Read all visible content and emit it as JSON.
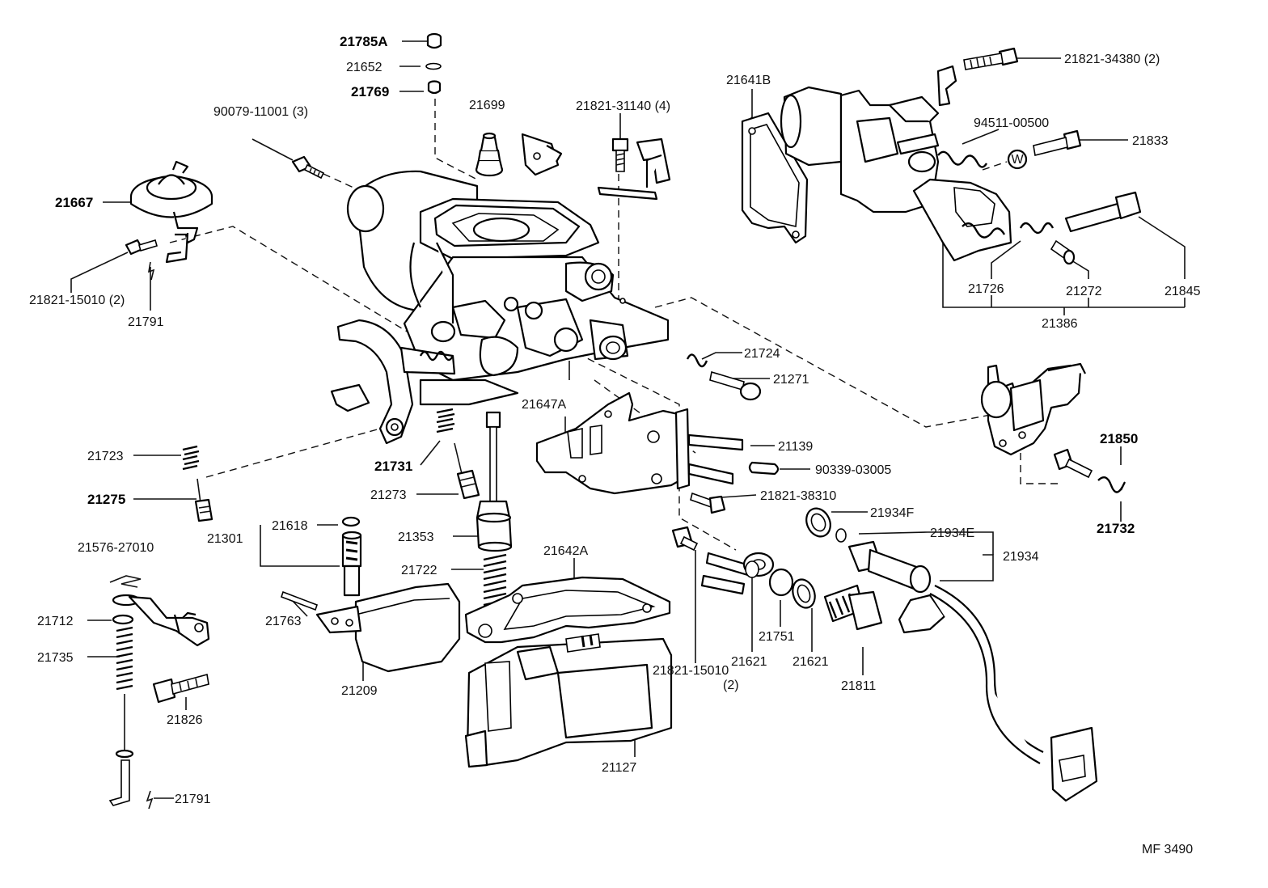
{
  "labels": {
    "l_21785A": "21785A",
    "l_21652": "21652",
    "l_21769": "21769",
    "l_90079": "90079-11001 (3)",
    "l_21699": "21699",
    "l_21821_31140": "21821-31140 (4)",
    "l_21667": "21667",
    "l_21821_15010a": "21821-15010 (2)",
    "l_21791a": "21791",
    "l_21641B": "21641B",
    "l_21821_34380": "21821-34380 (2)",
    "l_94511": "94511-00500",
    "l_21833": "21833",
    "l_21726": "21726",
    "l_21272": "21272",
    "l_21845": "21845",
    "l_21386": "21386",
    "l_21724": "21724",
    "l_21271": "21271",
    "l_21647A": "21647A",
    "l_21139": "21139",
    "l_90339": "90339-03005",
    "l_21821_38310": "21821-38310",
    "l_21850": "21850",
    "l_21732": "21732",
    "l_21723": "21723",
    "l_21731": "21731",
    "l_21275": "21275",
    "l_21273": "21273",
    "l_21618": "21618",
    "l_21301": "21301",
    "l_21353": "21353",
    "l_21934F": "21934F",
    "l_21934E": "21934E",
    "l_21934": "21934",
    "l_21576": "21576-27010",
    "l_21722": "21722",
    "l_21642A": "21642A",
    "l_21712": "21712",
    "l_21735": "21735",
    "l_21763": "21763",
    "l_21209": "21209",
    "l_21821_15010b": "21821-15010",
    "l_21821_15010b_qty": "(2)",
    "l_21621a": "21621",
    "l_21751": "21751",
    "l_21621b": "21621",
    "l_21811": "21811",
    "l_21826": "21826",
    "l_21127": "21127",
    "l_21791b": "21791",
    "washer_mark": "W",
    "figure_code": "MF 3490"
  }
}
